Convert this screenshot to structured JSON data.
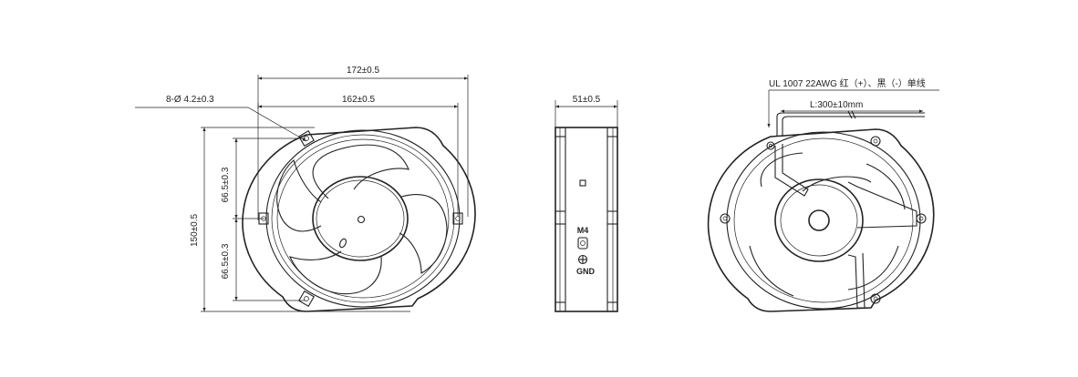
{
  "front_view": {
    "hole_callout": "8-Ø 4.2±0.3",
    "width_overall": "172±0.5",
    "width_mount": "162±0.5",
    "height_overall": "150±0.5",
    "half_pitch_top": "66.5±0.3",
    "half_pitch_bottom": "66.5±0.3"
  },
  "side_view": {
    "depth": "51±0.5",
    "terminal_m": "M4",
    "terminal_gnd": "GND"
  },
  "rear_view": {
    "wire_spec": "UL 1007 22AWG 红（+）、黑（-）单线",
    "wire_length": "L:300±10mm"
  },
  "colors": {
    "line": "#222222",
    "background": "#ffffff"
  },
  "icons": [
    "ground-symbol-icon",
    "screw-terminal-icon",
    "mounting-hole-icon"
  ]
}
